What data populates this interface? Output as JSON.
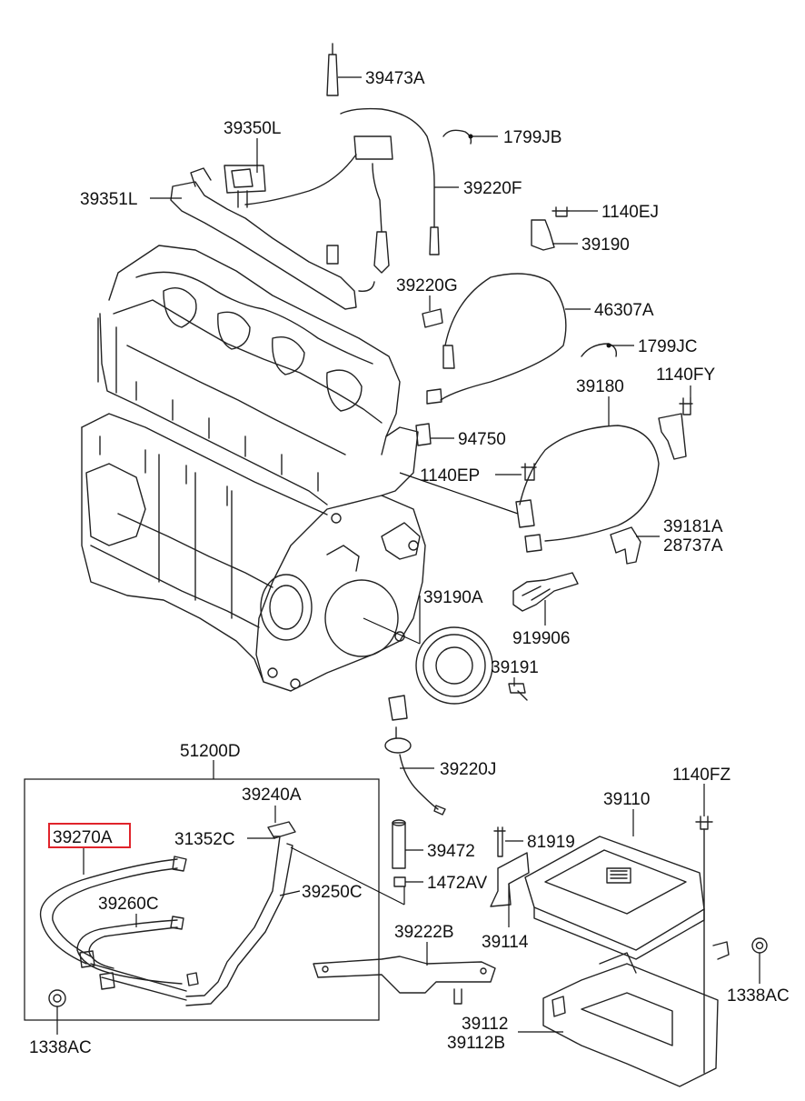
{
  "highlight_label": "39270A",
  "parts": {
    "p39473A": "39473A",
    "p39350L": "39350L",
    "p1799JB": "1799JB",
    "p39351L": "39351L",
    "p39220F": "39220F",
    "p1140EJ": "1140EJ",
    "p39190": "39190",
    "p39220G": "39220G",
    "p46307A": "46307A",
    "p1799JC": "1799JC",
    "p39180": "39180",
    "p1140FY": "1140FY",
    "p94750": "94750",
    "p1140EP": "1140EP",
    "p39181A": "39181A",
    "p28737A": "28737A",
    "p39190A": "39190A",
    "p919906": "919906",
    "p39191": "39191",
    "p51200D": "51200D",
    "p39220J": "39220J",
    "p1140FZ": "1140FZ",
    "p39240A": "39240A",
    "p39110": "39110",
    "p39270A": "39270A",
    "p31352C": "31352C",
    "p39472": "39472",
    "p81919": "81919",
    "p1472AV": "1472AV",
    "p39260C": "39260C",
    "p39250C": "39250C",
    "p39222B": "39222B",
    "p39114": "39114",
    "p1338AC_right": "1338AC",
    "p39112": "39112",
    "p39112B": "39112B",
    "p1338AC_left": "1338AC"
  }
}
